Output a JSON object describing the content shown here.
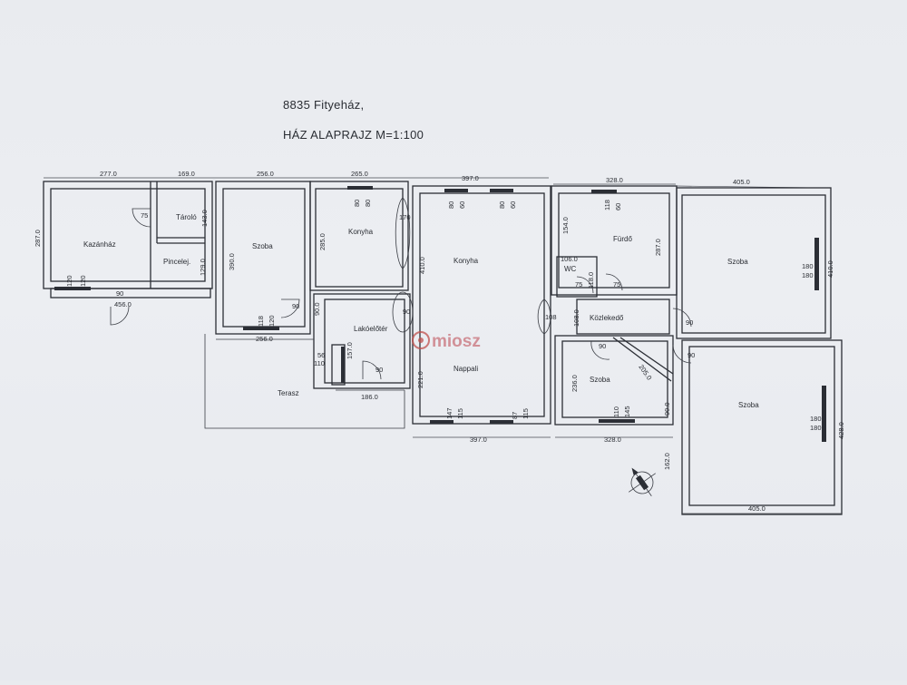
{
  "title": {
    "line1": "8835 Fityeház,",
    "line2": "HÁZ ALAPRAJZ M=1:100"
  },
  "watermark": "miosz",
  "rooms": [
    {
      "name": "Kazánház"
    },
    {
      "name": "Tároló"
    },
    {
      "name": "Pincelej."
    },
    {
      "name": "Szoba"
    },
    {
      "name": "Konyha"
    },
    {
      "name": "Konyha"
    },
    {
      "name": "Fürdő"
    },
    {
      "name": "WC"
    },
    {
      "name": "Szoba"
    },
    {
      "name": "Lakóelőtér"
    },
    {
      "name": "Terasz"
    },
    {
      "name": "Nappali"
    },
    {
      "name": "Közlekedő"
    },
    {
      "name": "Szoba"
    },
    {
      "name": "Szoba"
    }
  ],
  "dimensions": {
    "d1": "277.0",
    "d2": "169.0",
    "d3": "256.0",
    "d4": "265.0",
    "d5": "397.0",
    "d6": "328.0",
    "d7": "405.0",
    "d8": "287.0",
    "d9": "75",
    "d10": "143.0",
    "d11": "129.0",
    "d12": "120",
    "d13": "120",
    "d14": "90",
    "d15": "456.0",
    "d16": "390.0",
    "d17": "285.0",
    "d18": "80",
    "d19": "80",
    "d20": "170",
    "d21": "410.0",
    "d22": "80",
    "d23": "60",
    "d24": "80",
    "d25": "60",
    "d26": "118",
    "d27": "60",
    "d28": "154.0",
    "d29": "287.0",
    "d30": "180",
    "d31": "180",
    "d32": "410.0",
    "d33": "90",
    "d34": "90.0",
    "d35": "90",
    "d36": "118",
    "d37": "120",
    "d38": "256.0",
    "d39": "56",
    "d40": "110",
    "d41": "157.0",
    "d42": "90",
    "d43": "186.0",
    "d44": "221.0",
    "d45": "108",
    "d46": "108.0",
    "d47": "118.0",
    "d48": "106.0",
    "d49": "75",
    "d50": "75",
    "d51": "90",
    "d52": "90",
    "d53": "90",
    "d54": "205.0",
    "d55": "236.0",
    "d56": "90.0",
    "d57": "147",
    "d58": "115",
    "d59": "87",
    "d60": "115",
    "d61": "397.0",
    "d62": "110",
    "d63": "145",
    "d64": "328.0",
    "d65": "162.0",
    "d66": "180",
    "d67": "180",
    "d68": "428.0",
    "d69": "405.0"
  }
}
